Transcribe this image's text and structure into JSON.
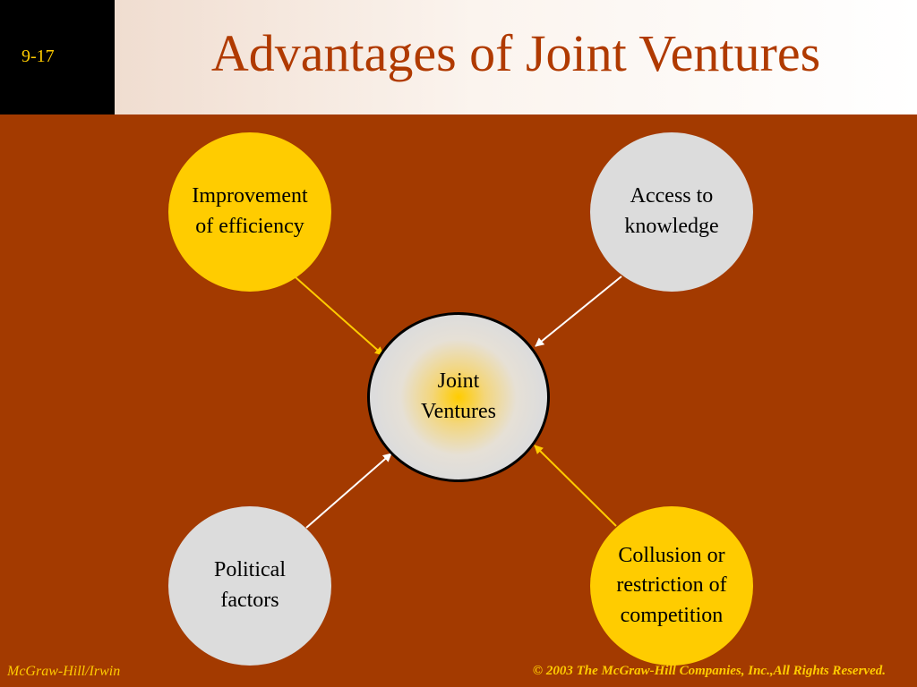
{
  "header": {
    "slide_number": "9-17",
    "title": "Advantages of Joint Ventures"
  },
  "diagram": {
    "center": {
      "label_line1": "Joint",
      "label_line2": "Ventures"
    },
    "nodes": {
      "top_left": {
        "line1": "Improvement",
        "line2": "of efficiency"
      },
      "top_right": {
        "line1": "Access to",
        "line2": "knowledge"
      },
      "bottom_left": {
        "line1": "Political",
        "line2": "factors"
      },
      "bottom_right": {
        "line1": "Collusion or",
        "line2": "restriction of",
        "line3": "competition"
      }
    }
  },
  "footer": {
    "left": "McGraw-Hill/Irwin",
    "right": "© 2003 The McGraw-Hill Companies, Inc.,All Rights Reserved."
  },
  "colors": {
    "background": "#a33a00",
    "accent_yellow": "#ffcc00",
    "node_gray": "#dcdcdc",
    "title_red": "#b03a00"
  }
}
